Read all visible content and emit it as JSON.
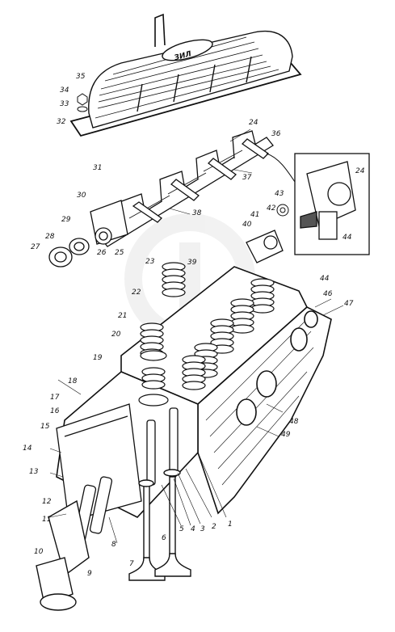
{
  "figure": {
    "type": "exploded-parts-diagram",
    "callouts": [
      "1",
      "2",
      "3",
      "4",
      "5",
      "6",
      "7",
      "8",
      "9",
      "10",
      "11",
      "12",
      "13",
      "14",
      "15",
      "16",
      "17",
      "18",
      "19",
      "20",
      "21",
      "22",
      "23",
      "24",
      "25",
      "26",
      "27",
      "28",
      "29",
      "30",
      "31",
      "32",
      "33",
      "34",
      "35",
      "36",
      "37",
      "38",
      "39",
      "40",
      "41",
      "42",
      "43",
      "44",
      "46",
      "47",
      "48",
      "49"
    ],
    "inset_callouts": [
      "24",
      "44"
    ],
    "cover_emblem_text": "ЗИЛ",
    "colors": {
      "ink": "#111111",
      "paper": "#ffffff",
      "watermark": "#d9d9d9"
    }
  }
}
